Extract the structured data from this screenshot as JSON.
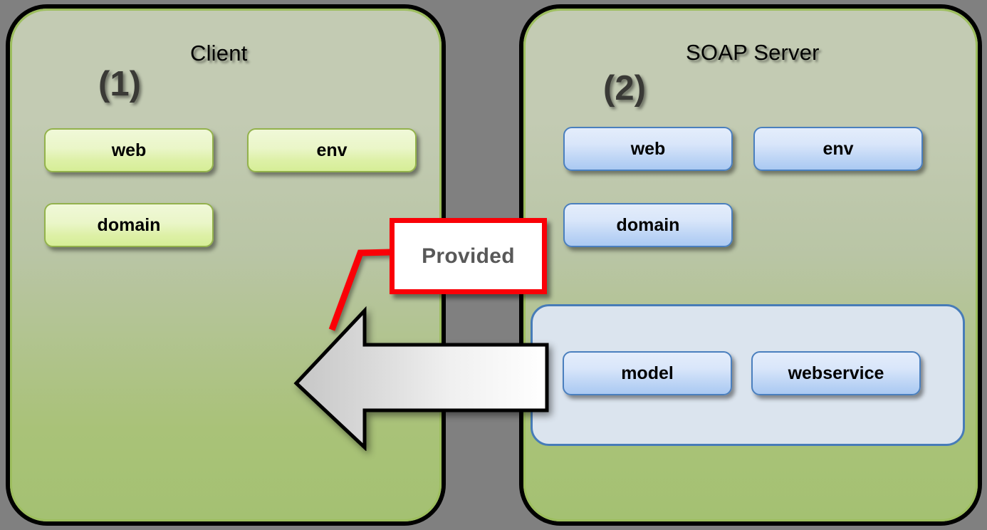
{
  "diagram": {
    "background_color": "#808080",
    "panels": [
      {
        "id": "client",
        "title": "Client",
        "number": "(1)",
        "accent_color": "#9dbe5e",
        "modules": [
          {
            "label": "web",
            "style": "green"
          },
          {
            "label": "env",
            "style": "green"
          },
          {
            "label": "domain",
            "style": "green"
          }
        ]
      },
      {
        "id": "soap-server",
        "title": "SOAP Server",
        "number": "(2)",
        "accent_color": "#9dbe5e",
        "modules": [
          {
            "label": "web",
            "style": "blue"
          },
          {
            "label": "env",
            "style": "blue"
          },
          {
            "label": "domain",
            "style": "blue"
          }
        ],
        "group": {
          "fill_color": "#dbe4ee",
          "border_color": "#477cb8",
          "modules": [
            {
              "label": "model",
              "style": "blue"
            },
            {
              "label": "webservice",
              "style": "blue"
            }
          ]
        }
      }
    ],
    "callout": {
      "label": "Provided",
      "border_color": "#fa0007",
      "fill_color": "#ffffff",
      "text_color": "#585858"
    },
    "arrow": {
      "direction": "left",
      "fill_start": "#ffffff",
      "fill_end": "#c8c8c8",
      "stroke": "#000000"
    },
    "leader_line": {
      "color": "#fa0007"
    }
  }
}
